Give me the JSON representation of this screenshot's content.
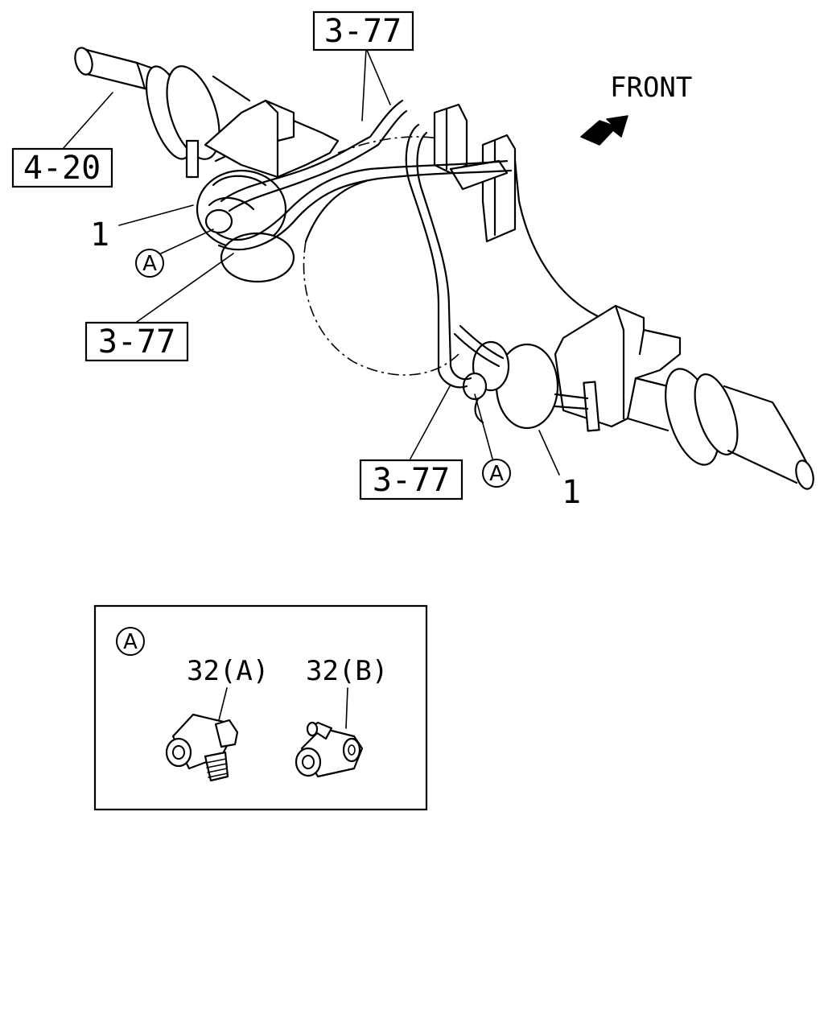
{
  "labels": {
    "ref_top": "3-77",
    "ref_left_mid": "3-77",
    "ref_bottom": "3-77",
    "ref_axle": "4-20",
    "part_1_left": "1",
    "part_1_right": "1",
    "detail_a_left": "A",
    "detail_a_right": "A",
    "front": "FRONT"
  },
  "detail_box": {
    "detail_marker": "A",
    "part_a_label": "32(A)",
    "part_b_label": "32(B)"
  },
  "icons": {
    "front_arrow": "arrow-northeast-icon"
  }
}
